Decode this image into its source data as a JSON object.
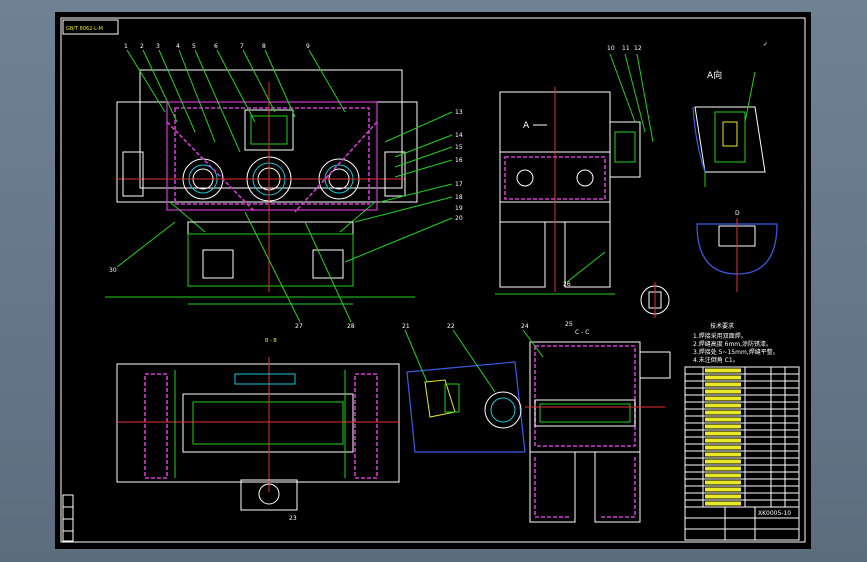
{
  "drawing": {
    "corner_label": "GB/T 8062-L-M",
    "top_right_mark": "✓",
    "balloons_top": [
      "1",
      "2",
      "3",
      "4",
      "5",
      "6",
      "7",
      "8",
      "9"
    ],
    "balloons_right": [
      "13",
      "14",
      "15",
      "16",
      "17",
      "18",
      "19",
      "20"
    ],
    "balloons_side_top": [
      "10",
      "11",
      "12"
    ],
    "balloon_left": "30",
    "balloons_bottom": [
      "27",
      "28"
    ],
    "balloons_mid": [
      "21",
      "22",
      "23",
      "24",
      "25",
      "26"
    ],
    "view_a_label": "A向",
    "view_a_arrow": "A",
    "view_c_label": "C - C",
    "section_b": "B - B",
    "detail_d": "D",
    "tech_title": "技术要求",
    "tech_notes": [
      "1.焊接采用双面焊。",
      "2.焊缝高度 6mm,涂防锈漆。",
      "3.焊接处 5~15mm,焊缝平整。",
      "4.未注倒角 C1。"
    ],
    "title_block_no": "XK0005-10"
  }
}
